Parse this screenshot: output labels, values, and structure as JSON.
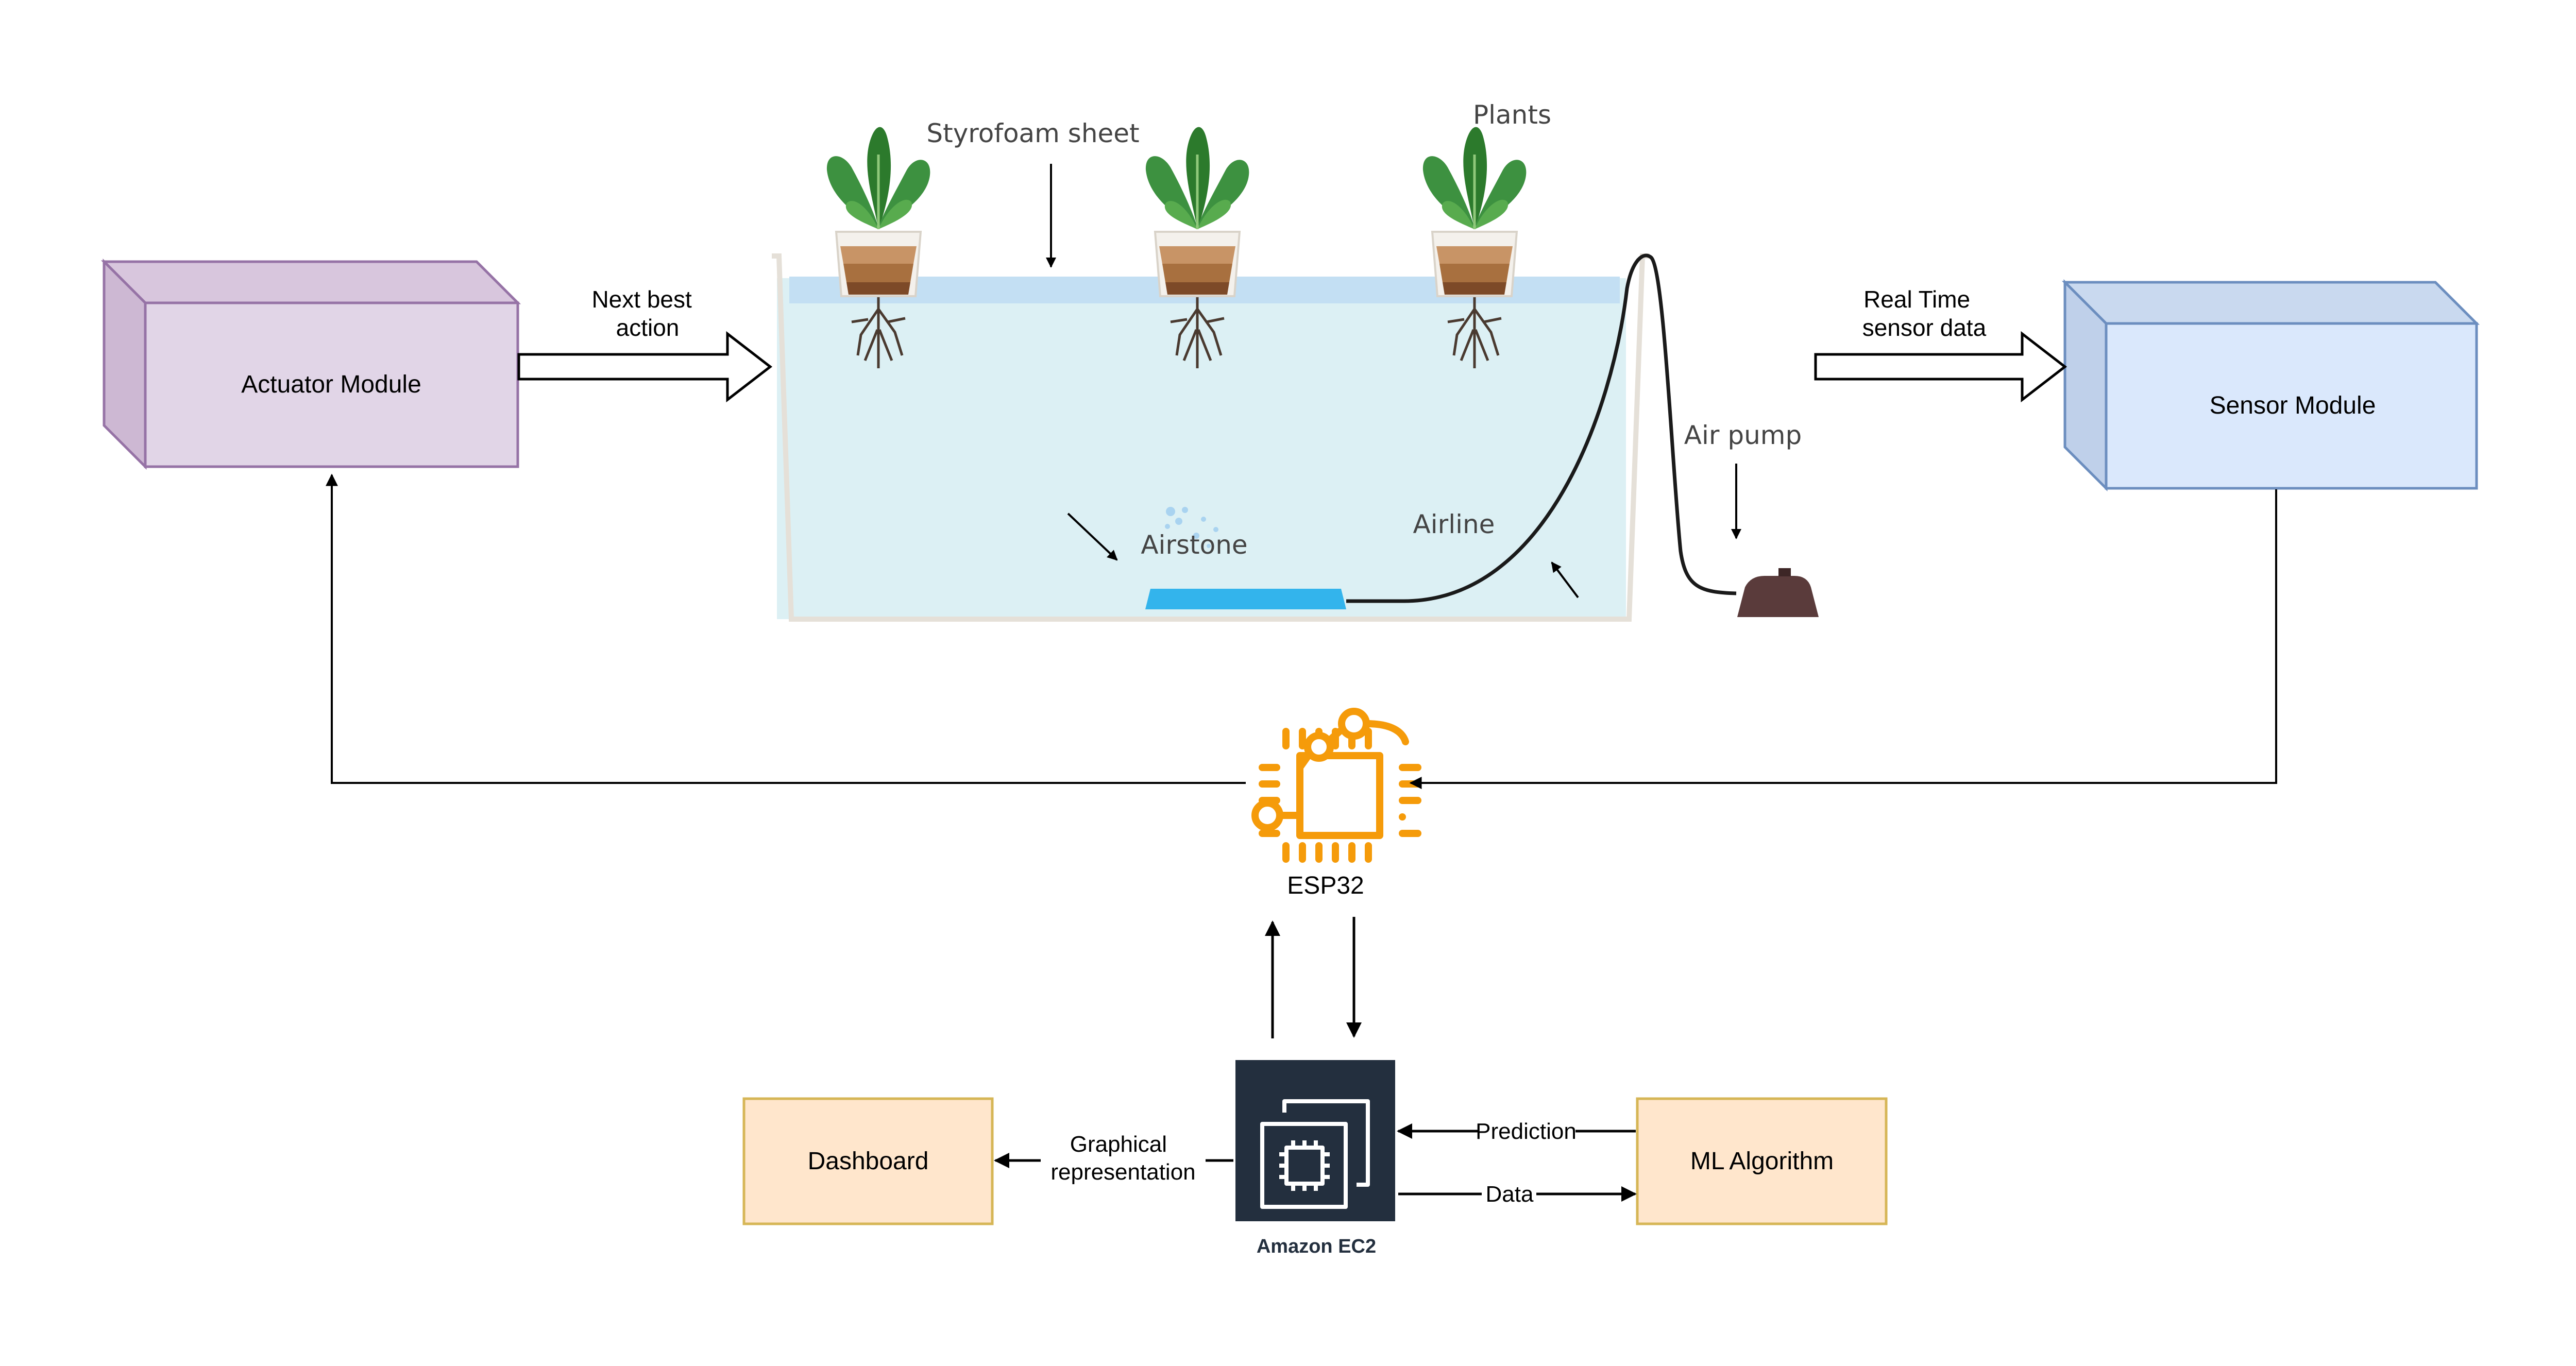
{
  "modules": {
    "actuator": {
      "label": "Actuator Module",
      "face": "#e1d5e7",
      "stroke": "#9673a6"
    },
    "sensor": {
      "label": "Sensor Module",
      "face": "#dae8fc",
      "stroke": "#6c8ebf"
    }
  },
  "flows": {
    "next_best_action": [
      "Next best",
      "action"
    ],
    "real_time_sensor_data": [
      "Real Time",
      "sensor data"
    ]
  },
  "tank": {
    "styrofoam_label": "Styrofoam sheet",
    "plants_label": "Plants",
    "airstone_label": "Airstone",
    "airline_label": "Airline",
    "air_pump_label": "Air pump",
    "water_color": "#dcf0f4",
    "sheet_color": "#c3dff3",
    "airstone_color": "#33b4ec",
    "pump_color": "#5a3b3b"
  },
  "esp32": {
    "label": "ESP32",
    "icon": "microcontroller-icon",
    "color": "#f59b0a"
  },
  "ec2": {
    "label": "Amazon EC2",
    "icon": "ec2-chip-icon",
    "color": "#232f3e"
  },
  "dashboard": {
    "label": "Dashboard",
    "face": "#ffe6cc",
    "stroke": "#d6b656"
  },
  "ml_algorithm": {
    "label": "ML Algorithm",
    "face": "#ffe6cc",
    "stroke": "#d6b656"
  },
  "edges": {
    "graphical_representation": [
      "Graphical",
      "representation"
    ],
    "prediction": "Prediction",
    "data": "Data"
  }
}
